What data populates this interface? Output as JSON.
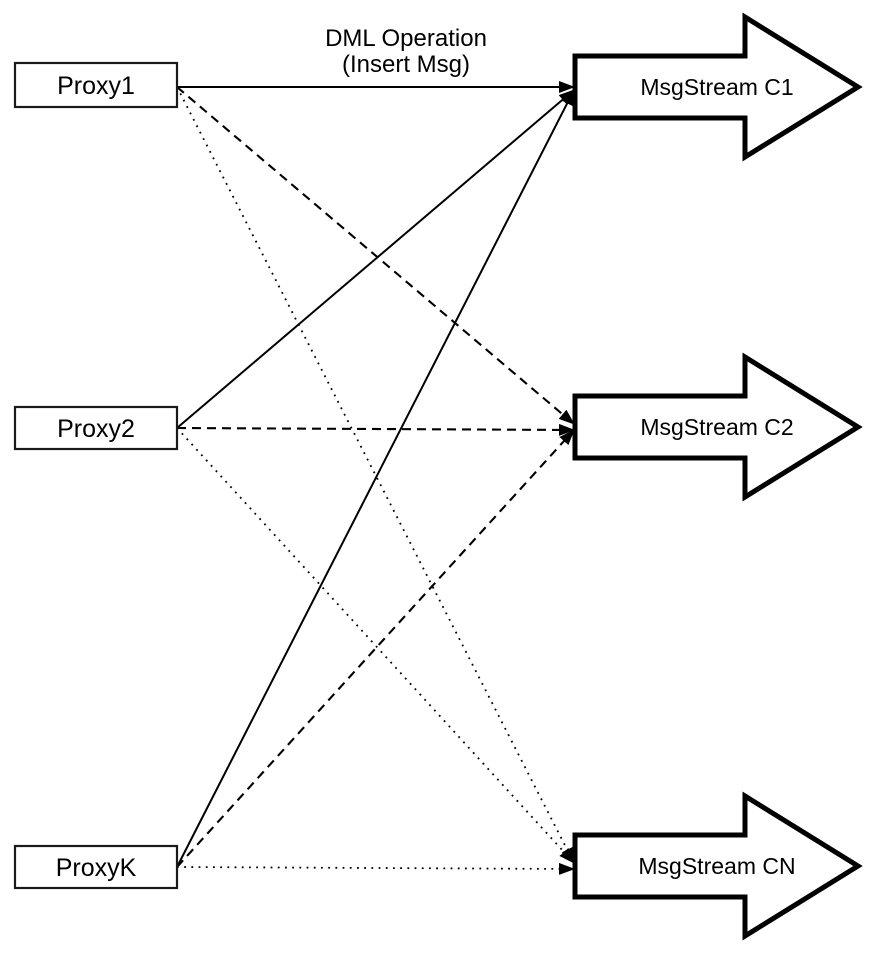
{
  "diagram": {
    "annotation": {
      "line1": "DML Operation",
      "line2": "(Insert Msg)"
    },
    "proxies": [
      {
        "id": "proxy1",
        "label": "Proxy1"
      },
      {
        "id": "proxy2",
        "label": "Proxy2"
      },
      {
        "id": "proxyk",
        "label": "ProxyK"
      }
    ],
    "streams": [
      {
        "id": "c1",
        "label": "MsgStream C1"
      },
      {
        "id": "c2",
        "label": "MsgStream C2"
      },
      {
        "id": "cn",
        "label": "MsgStream CN"
      }
    ],
    "edges": [
      {
        "from": "proxy1",
        "to": "c1",
        "style": "solid"
      },
      {
        "from": "proxy2",
        "to": "c1",
        "style": "solid"
      },
      {
        "from": "proxyk",
        "to": "c1",
        "style": "solid"
      },
      {
        "from": "proxy1",
        "to": "c2",
        "style": "dashed"
      },
      {
        "from": "proxy2",
        "to": "c2",
        "style": "dashed"
      },
      {
        "from": "proxyk",
        "to": "c2",
        "style": "dashed"
      },
      {
        "from": "proxy1",
        "to": "cn",
        "style": "dotted"
      },
      {
        "from": "proxy2",
        "to": "cn",
        "style": "dotted"
      },
      {
        "from": "proxyk",
        "to": "cn",
        "style": "dotted"
      }
    ],
    "colors": {
      "ink": "#000000",
      "background": "#ffffff"
    }
  }
}
